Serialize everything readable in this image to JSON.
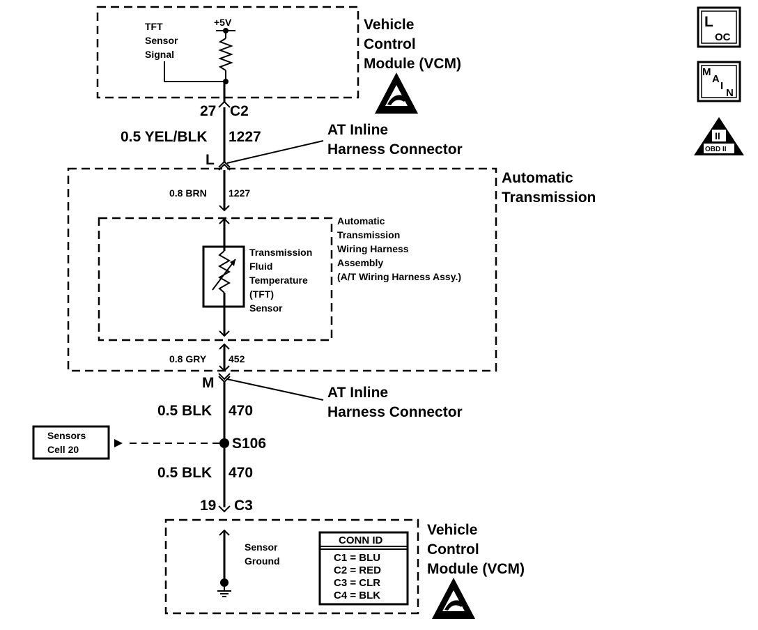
{
  "vcm_top": {
    "title_lines": [
      "Vehicle",
      "Control",
      "Module (VCM)"
    ],
    "signal_lines": [
      "TFT",
      "Sensor",
      "Signal"
    ],
    "voltage": "+5V"
  },
  "connector_c2": {
    "pin": "27",
    "name": "C2"
  },
  "wire_upper": {
    "label": "0.5 YEL/BLK",
    "circuit": "1227"
  },
  "inline_conn_l": {
    "pin": "L",
    "lines": [
      "AT Inline",
      "Harness Connector"
    ]
  },
  "auto_trans": {
    "lines": [
      "Automatic",
      "Transmission"
    ]
  },
  "wire_brn": {
    "label": "0.8 BRN",
    "circuit": "1227"
  },
  "harness_assy": {
    "lines": [
      "Automatic",
      "Transmission",
      "Wiring Harness",
      "Assembly",
      "(A/T Wiring Harness Assy.)"
    ]
  },
  "tft_sensor": {
    "lines": [
      "Transmission",
      "Fluid",
      "Temperature",
      "(TFT)",
      "Sensor"
    ]
  },
  "wire_gry": {
    "label": "0.8 GRY",
    "circuit": "452"
  },
  "inline_conn_m": {
    "pin": "M",
    "lines": [
      "AT Inline",
      "Harness Connector"
    ]
  },
  "wire_blk_upper": {
    "label": "0.5 BLK",
    "circuit": "470"
  },
  "sensors_ref": {
    "lines": [
      "Sensors",
      "Cell 20"
    ]
  },
  "splice": {
    "name": "S106"
  },
  "wire_blk_lower": {
    "label": "0.5 BLK",
    "circuit": "470"
  },
  "connector_c3": {
    "pin": "19",
    "name": "C3"
  },
  "vcm_bottom": {
    "title_lines": [
      "Vehicle",
      "Control",
      "Module (VCM)"
    ],
    "ground_lines": [
      "Sensor",
      "Ground"
    ]
  },
  "conn_id": {
    "header": "CONN ID",
    "rows": [
      "C1 = BLU",
      "C2 = RED",
      "C3 = CLR",
      "C4 = BLK"
    ]
  },
  "icons": {
    "loc": {
      "big": "L",
      "small": "OC"
    },
    "main": {
      "letters": [
        "M",
        "A",
        "I",
        "N"
      ]
    },
    "obd": {
      "top": "II",
      "bottom": "OBD II"
    }
  }
}
